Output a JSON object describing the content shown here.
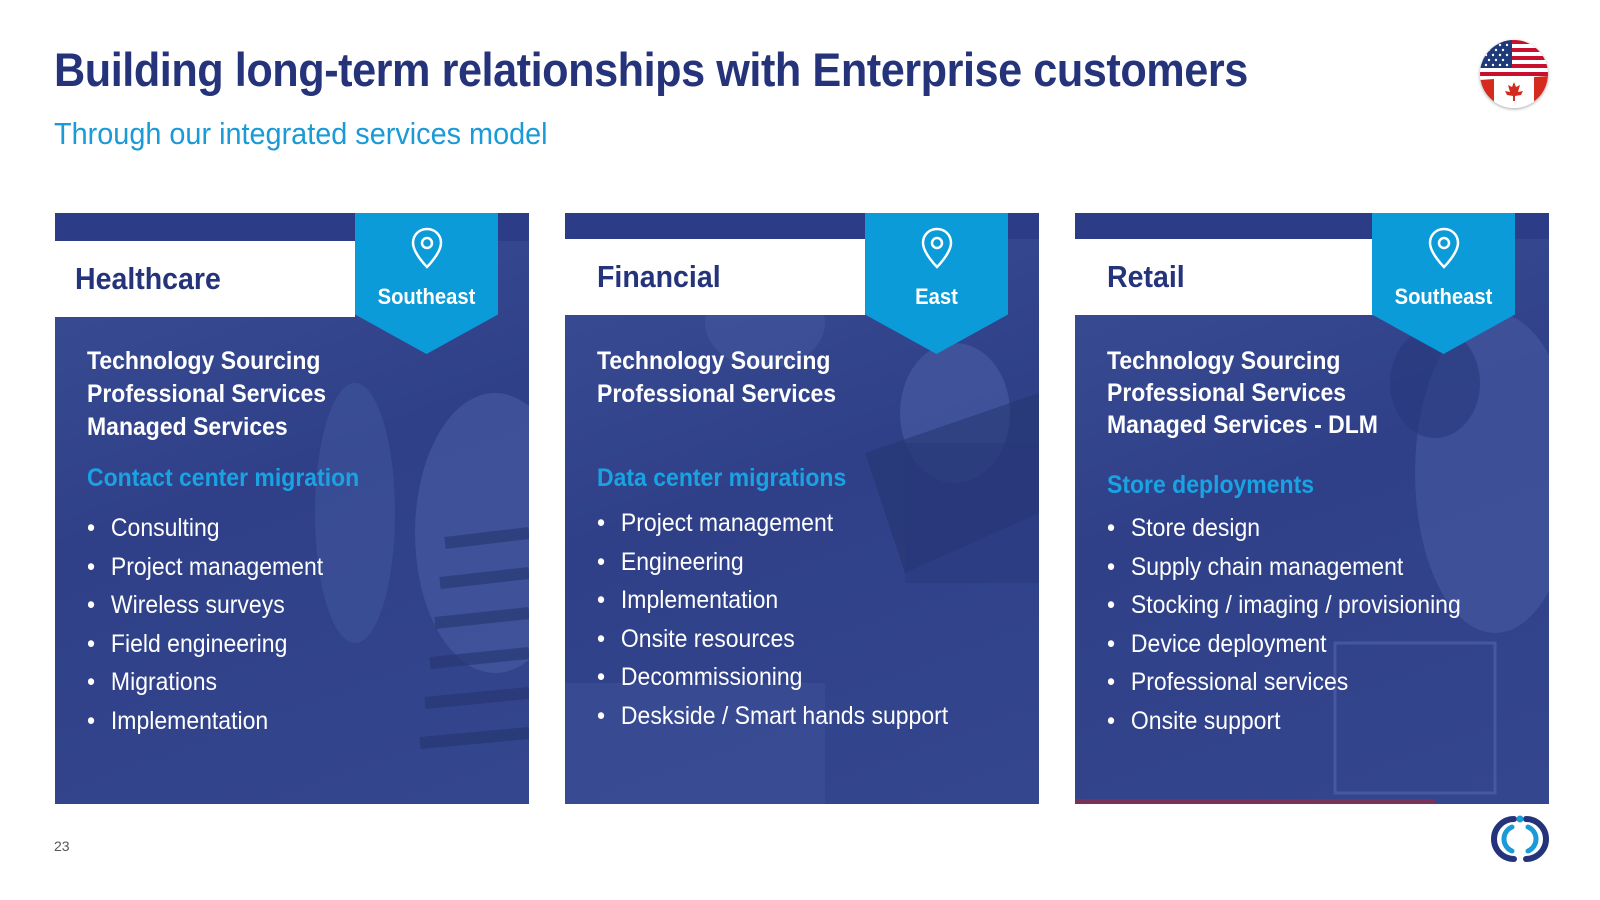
{
  "slide": {
    "title": "Building long-term relationships with Enterprise customers",
    "subtitle": "Through our integrated services model",
    "page_number": "23"
  },
  "flag_icon": "us-canada-flag-icon",
  "colors": {
    "title": "#25347a",
    "accent": "#0a9bd8",
    "highlight": "#19a3e3",
    "card_overlay": "#2f4088"
  },
  "cards": [
    {
      "industry": "Healthcare",
      "region": "Southeast",
      "region_icon": "location-pin-icon",
      "services": [
        "Technology Sourcing",
        "Professional Services",
        "Managed Services"
      ],
      "highlight": "Contact center migration",
      "bullets": [
        "Consulting",
        "Project management",
        "Wireless surveys",
        "Field engineering",
        "Migrations",
        "Implementation"
      ]
    },
    {
      "industry": "Financial",
      "region": "East",
      "region_icon": "location-pin-icon",
      "services": [
        "Technology Sourcing",
        "Professional Services"
      ],
      "highlight": "Data center migrations",
      "bullets": [
        "Project management",
        "Engineering",
        "Implementation",
        "Onsite resources",
        "Decommissioning",
        "Deskside / Smart hands support"
      ]
    },
    {
      "industry": "Retail",
      "region": "Southeast",
      "region_icon": "location-pin-icon",
      "services": [
        "Technology Sourcing",
        "Professional Services",
        "Managed Services - DLM"
      ],
      "highlight": "Store deployments",
      "bullets": [
        "Store design",
        "Supply chain management",
        "Stocking / imaging / provisioning",
        "Device deployment",
        "Professional services",
        "Onsite support"
      ]
    }
  ],
  "logo_icon": "company-logo-icon"
}
